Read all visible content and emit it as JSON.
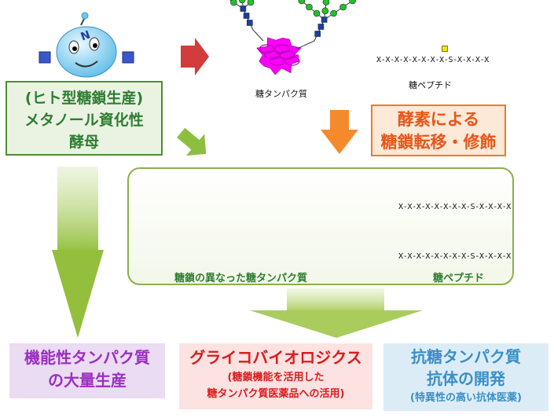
{
  "host": {
    "line1": "(ヒト型糖鎖生産)",
    "line2": "メタノール資化性",
    "line3": "酵母"
  },
  "mascot_letter": "N",
  "top": {
    "glycoprotein_label": "糖タンパク質",
    "peptide_sequence": "X-X-X-X-X-X-X-X-S-X-X-X-X",
    "glycopeptide_label": "糖ペプチド"
  },
  "enzyme": {
    "line1": "酵素による",
    "line2": "糖鎖転移・修飾"
  },
  "center": {
    "diverse_glycoproteins_label": "糖鎖の異なった糖タンパク質",
    "peptide_sequence_1": "X-X-X-X-X-X-X-X-S-X-X-X-X",
    "peptide_sequence_2": "X-X-X-X-X-X-X-X-S-X-X-X-X",
    "glycopeptide_label": "糖ペプチド"
  },
  "outputs": [
    {
      "line1": "機能性タンパク質",
      "line2": "の大量生産"
    },
    {
      "line1": "グライコバイオロジクス",
      "line2": "(糖鎖機能を活用した",
      "line3": "糖タンパク質医薬品への活用)"
    },
    {
      "line1": "抗糖タンパク質",
      "line2": "抗体の開発",
      "line3": "(特異性の高い抗体医薬)"
    }
  ],
  "colors": {
    "host_border": "#4f8f2f",
    "host_text": "#2e7d32",
    "enzyme_border": "#f07b1c",
    "enzyme_text": "#e8561a",
    "protein_magenta": "#ff00ff",
    "glycan_green": "#22c02a",
    "glycan_blue": "#1a3fa8",
    "glycan_yellow": "#f2e600",
    "glycan_purple": "#8a2c9a",
    "red_arrow": "#d23c3c",
    "orange_arrow": "#f58a2c",
    "green_arrow": "#8cbf3f",
    "out1_text": "#9b2fc0",
    "out2_text": "#d81b1b",
    "out3_text": "#3a8fc6"
  },
  "icons": [
    "yeast-mascot-icon",
    "red-arrow-icon",
    "green-arrow-icon",
    "orange-arrow-icon",
    "glycoprotein-icon",
    "glycan-tree-icon",
    "large-down-arrow-icon",
    "bottom-down-arrow-icon"
  ]
}
